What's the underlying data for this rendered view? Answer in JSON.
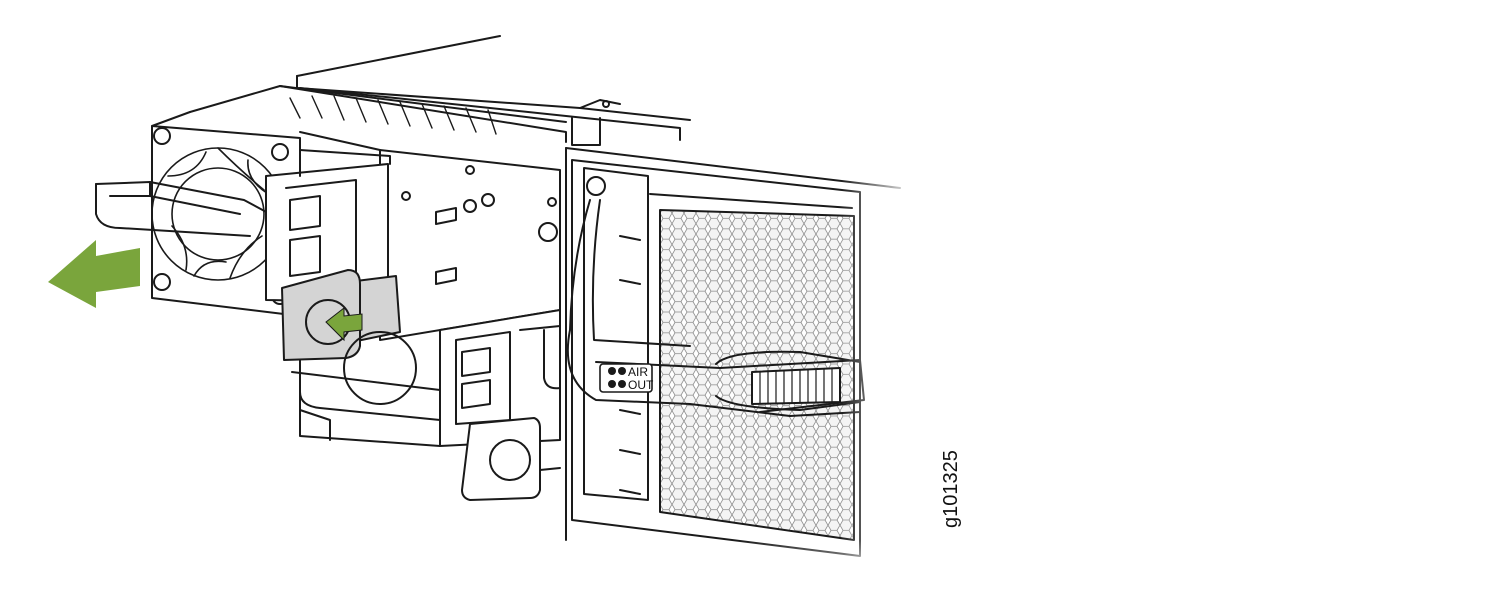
{
  "figure": {
    "id_label": "g101325",
    "badge": {
      "line1": "AIR",
      "line2": "OUT"
    }
  },
  "colors": {
    "line": "#1a1a1a",
    "arrow": "#7aa53c",
    "latch": "#d4d4d4",
    "honeycomb": "#f2f2f2",
    "fade": "#ffffff"
  },
  "icons": [
    "fan-icon",
    "arrow-left-icon",
    "arrow-push-icon"
  ]
}
